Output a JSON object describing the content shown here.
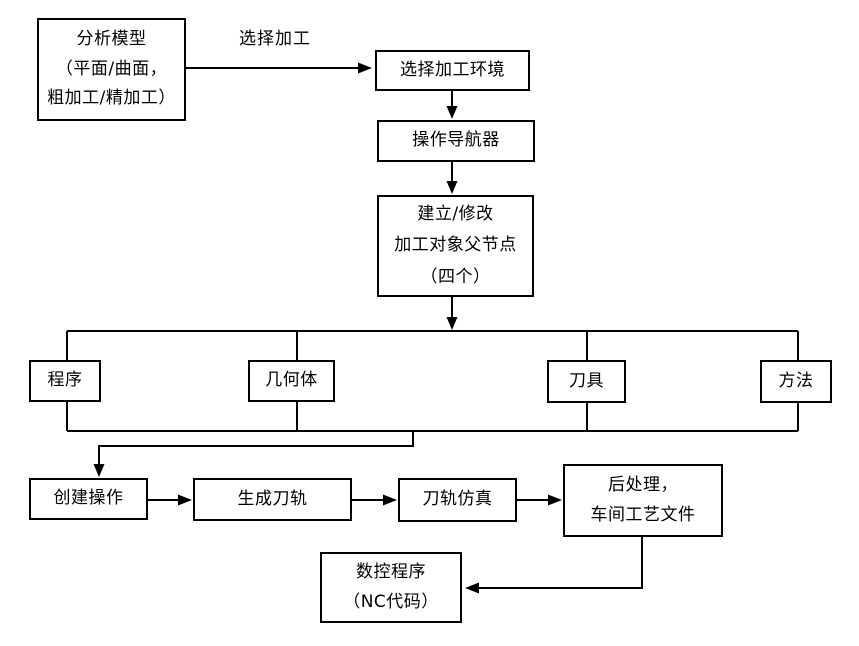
{
  "diagram": {
    "background": "#ffffff",
    "line_color": "#000000",
    "edge_label": "选择加工",
    "nodes": {
      "analyze_model": "分析模型\n（平面/曲面，\n粗加工/精加工）",
      "select_env": "选择加工环境",
      "operation_navigator": "操作导航器",
      "parent_nodes": "建立/修改\n加工对象父节点\n（四个）",
      "program": "程序",
      "geometry": "几何体",
      "tool": "刀具",
      "method": "方法",
      "create_operation": "创建操作",
      "generate_toolpath": "生成刀轨",
      "toolpath_simulation": "刀轨仿真",
      "post_process": "后处理，\n车间工艺文件",
      "nc_program": "数控程序\n（NC代码）"
    }
  }
}
